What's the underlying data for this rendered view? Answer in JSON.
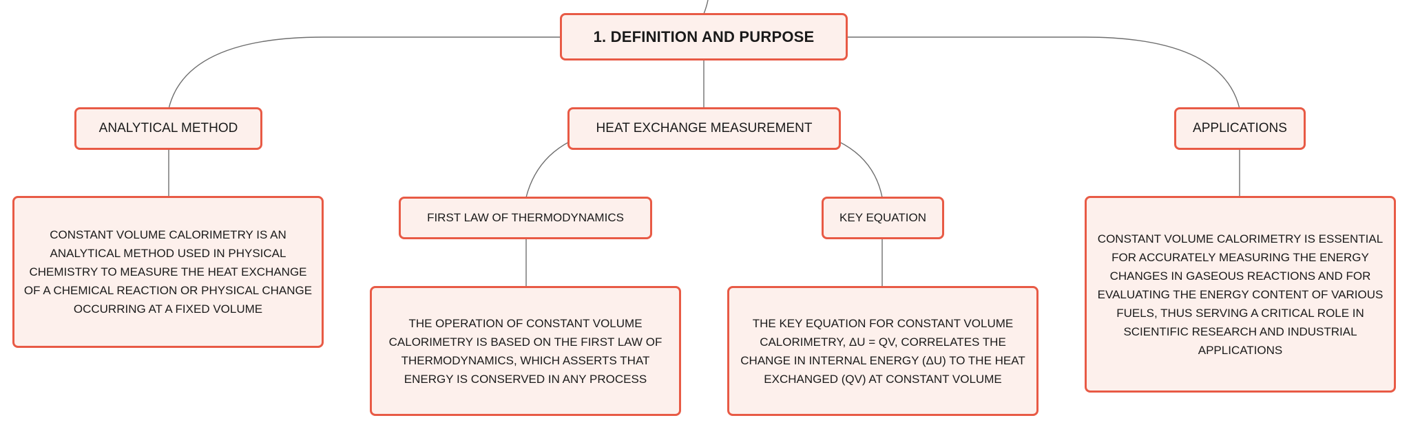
{
  "diagram": {
    "root": {
      "label": "1. DEFINITION AND PURPOSE"
    },
    "branches": {
      "analytical": {
        "label": "ANALYTICAL METHOD",
        "detail": "CONSTANT VOLUME CALORIMETRY IS AN ANALYTICAL METHOD USED IN PHYSICAL CHEMISTRY TO MEASURE THE HEAT EXCHANGE OF A CHEMICAL REACTION OR PHYSICAL CHANGE OCCURRING AT A FIXED VOLUME"
      },
      "heat_exchange": {
        "label": "HEAT EXCHANGE MEASUREMENT",
        "first_law": {
          "label": "FIRST LAW OF THERMODYNAMICS",
          "detail": "THE OPERATION OF CONSTANT VOLUME CALORIMETRY IS BASED ON THE FIRST LAW OF THERMODYNAMICS, WHICH ASSERTS THAT ENERGY IS CONSERVED IN ANY PROCESS"
        },
        "key_equation": {
          "label": "KEY EQUATION",
          "detail": "THE KEY EQUATION FOR CONSTANT VOLUME CALORIMETRY, ΔU = QV, CORRELATES THE CHANGE IN INTERNAL ENERGY (ΔU) TO THE HEAT EXCHANGED (QV) AT CONSTANT VOLUME"
        }
      },
      "applications": {
        "label": "APPLICATIONS",
        "detail": "CONSTANT VOLUME CALORIMETRY IS ESSENTIAL FOR ACCURATELY MEASURING THE ENERGY CHANGES IN GASEOUS REACTIONS AND FOR EVALUATING THE ENERGY CONTENT OF VARIOUS FUELS, THUS SERVING A CRITICAL ROLE IN SCIENTIFIC RESEARCH AND INDUSTRIAL APPLICATIONS"
      }
    }
  }
}
